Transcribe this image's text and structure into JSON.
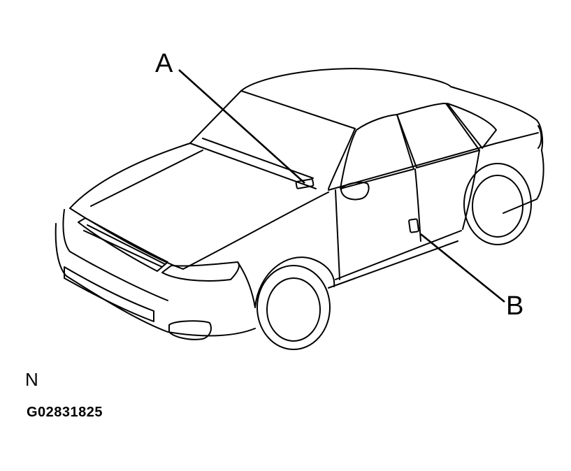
{
  "callouts": {
    "a": "A",
    "b": "B"
  },
  "caption": {
    "view_letter": "N",
    "figure_id": "G02831825"
  },
  "colors": {
    "line": "#000000",
    "background": "#ffffff"
  }
}
